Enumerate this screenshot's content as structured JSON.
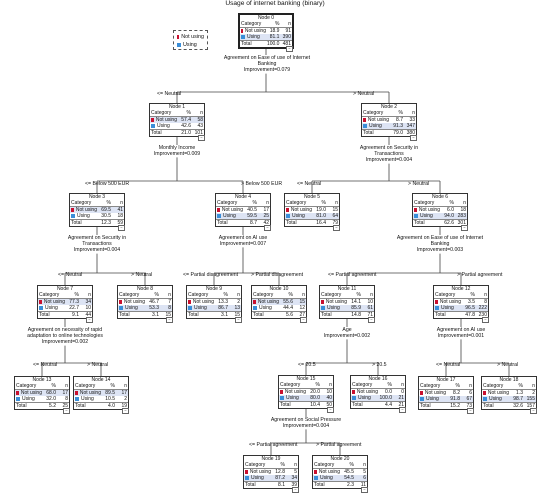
{
  "title": "Usage of internet banking (binary)",
  "colors": {
    "not_using": "#c9102f",
    "using": "#3a8ed8",
    "highlight": "#dde4f4"
  },
  "legend": [
    "Not using",
    "Using"
  ],
  "header": {
    "category": "Category",
    "percent": "%",
    "n": "n"
  },
  "total_label": "Total",
  "nodes": {
    "n0": {
      "title": "Node 0",
      "not_using": [
        "18.9",
        "91"
      ],
      "using": [
        "81.1",
        "390"
      ],
      "total": [
        "100.0",
        "481"
      ]
    },
    "n1": {
      "title": "Node 1",
      "not_using": [
        "57.4",
        "58"
      ],
      "using": [
        "42.6",
        "43"
      ],
      "total": [
        "21.0",
        "101"
      ]
    },
    "n2": {
      "title": "Node 2",
      "not_using": [
        "8.7",
        "33"
      ],
      "using": [
        "91.3",
        "347"
      ],
      "total": [
        "79.0",
        "380"
      ]
    },
    "n3": {
      "title": "Node 3",
      "not_using": [
        "69.5",
        "41"
      ],
      "using": [
        "30.5",
        "18"
      ],
      "total": [
        "12.3",
        "59"
      ]
    },
    "n4": {
      "title": "Node 4",
      "not_using": [
        "40.5",
        "17"
      ],
      "using": [
        "59.5",
        "25"
      ],
      "total": [
        "8.7",
        "42"
      ]
    },
    "n5": {
      "title": "Node 5",
      "not_using": [
        "19.0",
        "15"
      ],
      "using": [
        "81.0",
        "64"
      ],
      "total": [
        "16.4",
        "79"
      ]
    },
    "n6": {
      "title": "Node 6",
      "not_using": [
        "6.0",
        "18"
      ],
      "using": [
        "94.0",
        "283"
      ],
      "total": [
        "62.6",
        "301"
      ]
    },
    "n7": {
      "title": "Node 7",
      "not_using": [
        "77.3",
        "34"
      ],
      "using": [
        "22.7",
        "10"
      ],
      "total": [
        "9.1",
        "44"
      ]
    },
    "n8": {
      "title": "Node 8",
      "not_using": [
        "46.7",
        "7"
      ],
      "using": [
        "53.3",
        "8"
      ],
      "total": [
        "3.1",
        "15"
      ]
    },
    "n9": {
      "title": "Node 9",
      "not_using": [
        "13.3",
        "2"
      ],
      "using": [
        "86.7",
        "13"
      ],
      "total": [
        "3.1",
        "15"
      ]
    },
    "n10": {
      "title": "Node 10",
      "not_using": [
        "55.6",
        "15"
      ],
      "using": [
        "44.4",
        "12"
      ],
      "total": [
        "5.6",
        "27"
      ]
    },
    "n11": {
      "title": "Node 11",
      "not_using": [
        "14.1",
        "10"
      ],
      "using": [
        "85.9",
        "61"
      ],
      "total": [
        "14.8",
        "71"
      ]
    },
    "n12": {
      "title": "Node 12",
      "not_using": [
        "3.5",
        "8"
      ],
      "using": [
        "96.5",
        "222"
      ],
      "total": [
        "47.8",
        "230"
      ]
    },
    "n13": {
      "title": "Node 13",
      "not_using": [
        "68.0",
        "17"
      ],
      "using": [
        "32.0",
        "8"
      ],
      "total": [
        "5.2",
        "25"
      ]
    },
    "n14": {
      "title": "Node 14",
      "not_using": [
        "89.5",
        "17"
      ],
      "using": [
        "10.5",
        "2"
      ],
      "total": [
        "4.0",
        "19"
      ]
    },
    "n15": {
      "title": "Node 15",
      "not_using": [
        "20.0",
        "10"
      ],
      "using": [
        "80.0",
        "40"
      ],
      "total": [
        "10.4",
        "50"
      ]
    },
    "n16": {
      "title": "Node 16",
      "not_using": [
        "0.0",
        "0"
      ],
      "using": [
        "100.0",
        "21"
      ],
      "total": [
        "4.4",
        "21"
      ]
    },
    "n17": {
      "title": "Node 17",
      "not_using": [
        "8.2",
        "6"
      ],
      "using": [
        "91.8",
        "67"
      ],
      "total": [
        "15.2",
        "73"
      ]
    },
    "n18": {
      "title": "Node 18",
      "not_using": [
        "1.3",
        "2"
      ],
      "using": [
        "98.7",
        "155"
      ],
      "total": [
        "32.6",
        "157"
      ]
    },
    "n19": {
      "title": "Node 19",
      "not_using": [
        "12.8",
        "5"
      ],
      "using": [
        "87.2",
        "34"
      ],
      "total": [
        "8.1",
        "39"
      ]
    },
    "n20": {
      "title": "Node 20",
      "not_using": [
        "45.5",
        "5"
      ],
      "using": [
        "54.5",
        "6"
      ],
      "total": [
        "2.3",
        "11"
      ]
    }
  },
  "splits": {
    "s0": [
      "Agreement on Ease of use of Internet",
      "Banking",
      "Improvement=0.079"
    ],
    "s1": [
      "Monthly Income",
      "Improvement=0.009"
    ],
    "s2": [
      "Agreement on Security in",
      "Transactions",
      "Improvement=0.004"
    ],
    "s3": [
      "Agreement on Security in",
      "Transactions",
      "Improvement=0.004"
    ],
    "s4": [
      "Agreement on AI use",
      "Improvement=0.007"
    ],
    "s6": [
      "Agreement on Ease of use of Internet",
      "Banking",
      "Improvement=0.003"
    ],
    "s7": [
      "Agreement on necessity of rapid",
      "adaptation to online technologies",
      "Improvement=0.002"
    ],
    "s11": [
      "Age",
      "Improvement=0.002"
    ],
    "s12": [
      "Agreement on AI use",
      "Improvement=0.001"
    ],
    "s15": [
      "Agreement on Social Pressure",
      "Improvement=0.004"
    ]
  },
  "branches": {
    "b0l": "<= Neutral",
    "b0r": "> Neutral",
    "b1l": "<= Below 500 EUR",
    "b1r": "> Below 500 EUR",
    "b2l": "<= Neutral",
    "b2r": "> Neutral",
    "b3l": "<= Neutral",
    "b3r": "> Neutral",
    "b4l": "<= Partial disagreement",
    "b4r": "> Partial disagreement",
    "b6l": "<= Partial agreement",
    "b6r": "> Partial agreement",
    "b7l": "<= Neutral",
    "b7r": "> Neutral",
    "b11l": "<= 20.5",
    "b11r": "> 20.5",
    "b12l": "<= Neutral",
    "b12r": "> Neutral",
    "b15l": "<= Partial agreement",
    "b15r": "> Partial agreement"
  }
}
